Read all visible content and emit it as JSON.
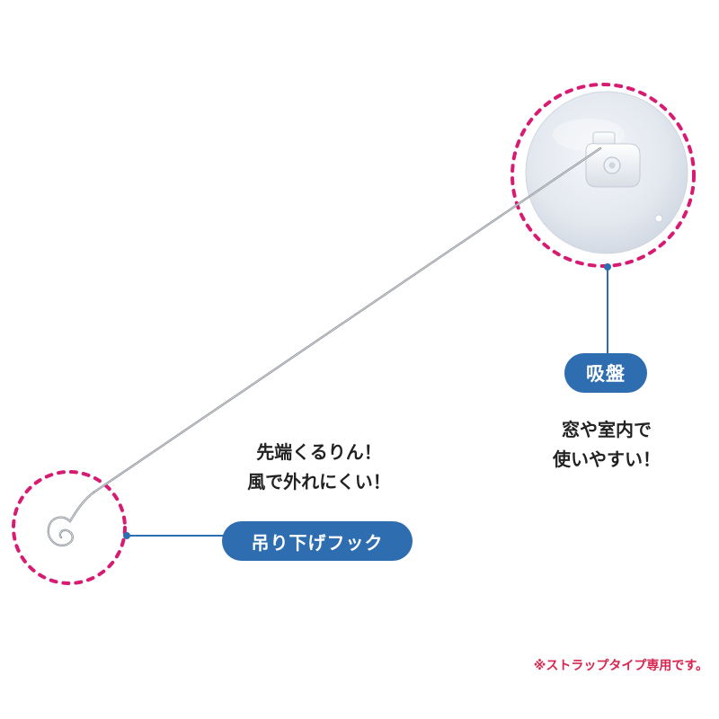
{
  "callouts": {
    "suction_cup": {
      "label": "吸盤",
      "caption_line1": "窓や室内で",
      "caption_line2": "使いやすい！"
    },
    "hook": {
      "label": "吊り下げフック",
      "caption_line1": "先端くるりん！",
      "caption_line2": "風で外れにくい！"
    }
  },
  "footnote": "※ストラップタイプ専用です。",
  "colors": {
    "label_bg": "#2e6db0",
    "dashed_circle": "#d81b72",
    "footnote_text": "#d9254f",
    "connector": "#2e6db0"
  },
  "icons": {
    "suction_cup": "suction-cup-icon",
    "hook": "curl-hook-icon"
  }
}
